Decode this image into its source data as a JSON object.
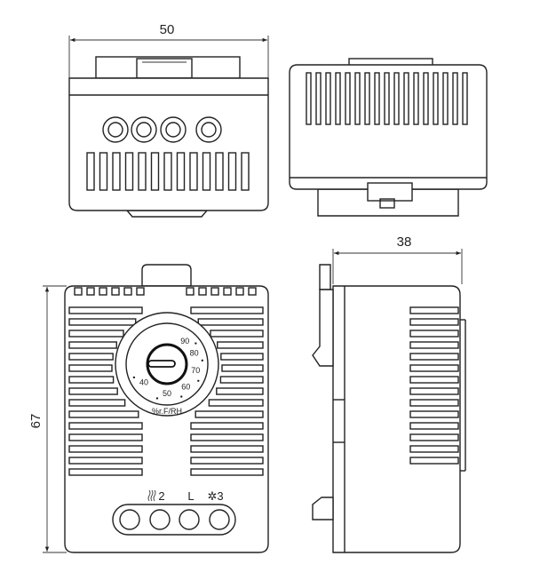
{
  "dimensions": {
    "width": "50",
    "depth": "38",
    "height": "67"
  },
  "dial": {
    "scale": [
      "90",
      "80",
      "70",
      "60",
      "50",
      "40"
    ],
    "unit_label": "%r.F/RH"
  },
  "terminals": [
    {
      "icon": "heater-icon",
      "label": "2"
    },
    {
      "icon": "",
      "label": "L"
    },
    {
      "icon": "fan-icon",
      "label": "3"
    }
  ],
  "colors": {
    "line": "#222222",
    "background": "#ffffff"
  }
}
